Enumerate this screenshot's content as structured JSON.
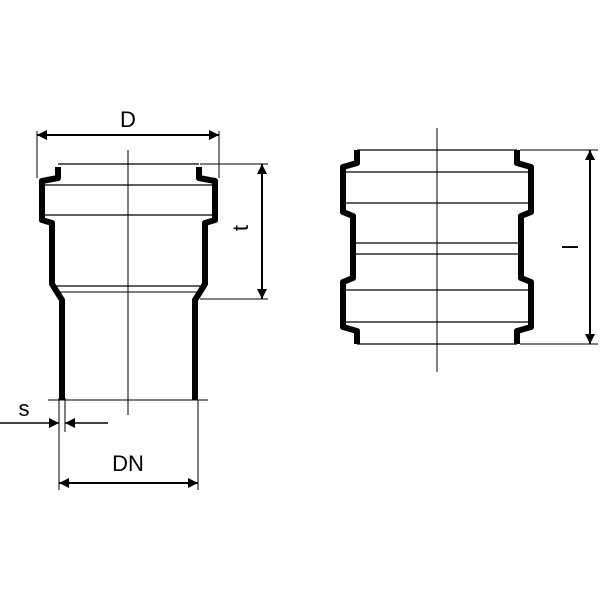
{
  "labels": {
    "D": "D",
    "t": "t",
    "s": "s",
    "DN": "DN",
    "l": "l"
  },
  "colors": {
    "stroke": "#000000",
    "background": "#ffffff"
  }
}
